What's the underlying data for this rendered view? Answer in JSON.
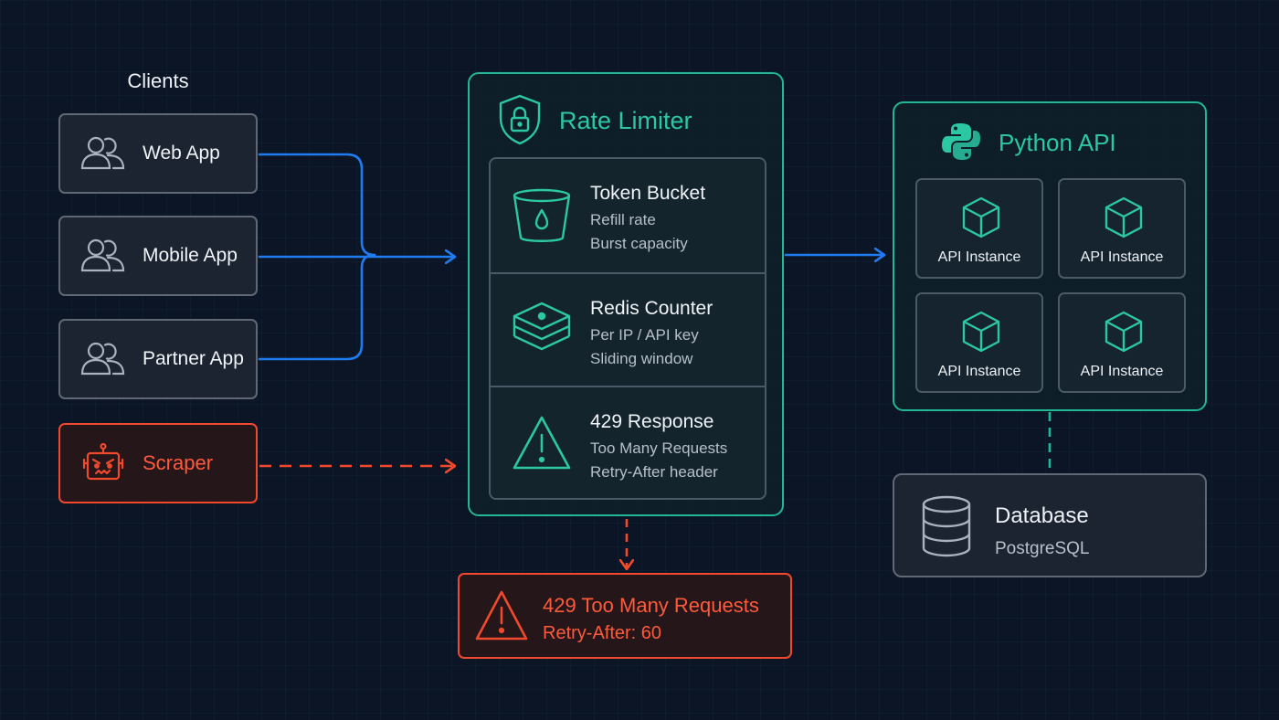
{
  "colors": {
    "background": "#0b1526",
    "client_border": "#5f6874",
    "blue_arrow": "#1f7cf0",
    "teal_accent": "#22b896",
    "red_alert": "#f0492c"
  },
  "clients": {
    "title": "Clients",
    "items": [
      {
        "label": "Web App",
        "icon": "users-icon"
      },
      {
        "label": "Mobile App",
        "icon": "users-icon"
      },
      {
        "label": "Partner App",
        "icon": "users-icon"
      }
    ],
    "scraper": {
      "label": "Scraper",
      "icon": "robot-icon"
    }
  },
  "rate_limiter": {
    "title": "Rate Limiter",
    "icon": "shield-lock-icon",
    "sections": [
      {
        "title": "Token Bucket",
        "lines": [
          "Refill rate",
          "Burst capacity"
        ],
        "icon": "bucket-icon"
      },
      {
        "title": "Redis Counter",
        "lines": [
          "Per IP / API key",
          "Sliding window"
        ],
        "icon": "layers-icon"
      },
      {
        "title": "429 Response",
        "lines": [
          "Too Many Requests",
          "Retry-After header"
        ],
        "icon": "warning-icon"
      }
    ]
  },
  "api": {
    "title": "Python API",
    "icon": "python-logo-icon",
    "instances": [
      {
        "label": "API Instance",
        "icon": "cube-icon"
      },
      {
        "label": "API Instance",
        "icon": "cube-icon"
      },
      {
        "label": "API Instance",
        "icon": "cube-icon"
      },
      {
        "label": "API Instance",
        "icon": "cube-icon"
      }
    ]
  },
  "database": {
    "title": "Database",
    "subtitle": "PostgreSQL",
    "icon": "database-icon"
  },
  "error": {
    "title": "429 Too Many Requests",
    "subtitle": "Retry-After: 60",
    "icon": "warning-icon"
  }
}
